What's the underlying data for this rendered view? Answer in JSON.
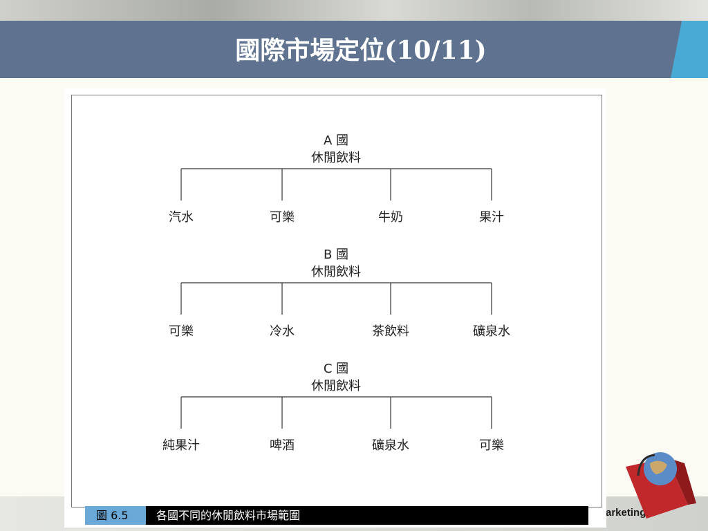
{
  "slide": {
    "title": "國際市場定位(10/11)",
    "logo_text": "arketing"
  },
  "figure": {
    "caption_label": "圖 6.5",
    "caption_text": "各國不同的休閒飲料市場範圍"
  },
  "diagram": {
    "groups": [
      {
        "country": "A 國",
        "category": "休閒飲料",
        "items": [
          "汽水",
          "可樂",
          "牛奶",
          "果汁"
        ]
      },
      {
        "country": "B 國",
        "category": "休閒飲料",
        "items": [
          "可樂",
          "冷水",
          "茶飲料",
          "礦泉水"
        ]
      },
      {
        "country": "C 國",
        "category": "休閒飲料",
        "items": [
          "純果汁",
          "啤酒",
          "礦泉水",
          "可樂"
        ]
      }
    ]
  },
  "colors": {
    "title_band": "#5f7390",
    "accent": "#4aaad6",
    "caption_label_bg": "#6aa8d8",
    "caption_bar_bg": "#000000"
  }
}
